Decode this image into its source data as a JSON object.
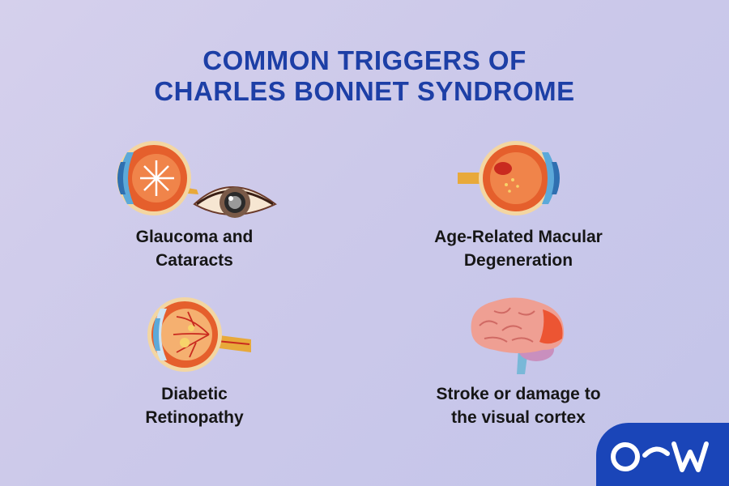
{
  "title": {
    "line1": "COMMON TRIGGERS OF",
    "line2": "CHARLES BONNET SYNDROME"
  },
  "triggers": [
    {
      "line1": "Glaucoma and",
      "line2": "Cataracts",
      "icon": "eye-glaucoma-cataract-icon"
    },
    {
      "line1": "Age-Related Macular",
      "line2": "Degeneration",
      "icon": "eye-macular-degeneration-icon"
    },
    {
      "line1": "Diabetic",
      "line2": "Retinopathy",
      "icon": "eye-diabetic-retinopathy-icon"
    },
    {
      "line1": "Stroke or damage to",
      "line2": "the visual cortex",
      "icon": "brain-visual-cortex-icon"
    }
  ],
  "colors": {
    "title": "#1d3fa6",
    "logo_bg": "#1a45b8",
    "eye_orange": "#ef7a3a",
    "brain_pink": "#ef9f93"
  }
}
